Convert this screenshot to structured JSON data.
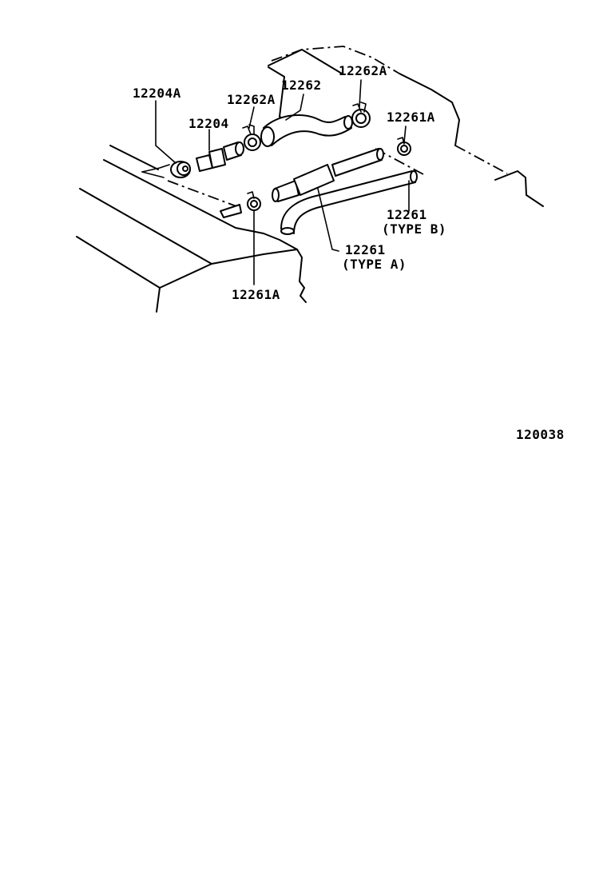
{
  "labels": {
    "p12204A": "12204A",
    "p12204": "12204",
    "p12262A_left": "12262A",
    "p12262": "12262",
    "p12262A_right": "12262A",
    "p12261A_top": "12261A",
    "p12261_typeB_num": "12261",
    "p12261_typeB_type": "(TYPE B)",
    "p12261_typeA_num": "12261",
    "p12261_typeA_type": "(TYPE A)",
    "p12261A_bottom": "12261A"
  },
  "figure_number": "120038"
}
